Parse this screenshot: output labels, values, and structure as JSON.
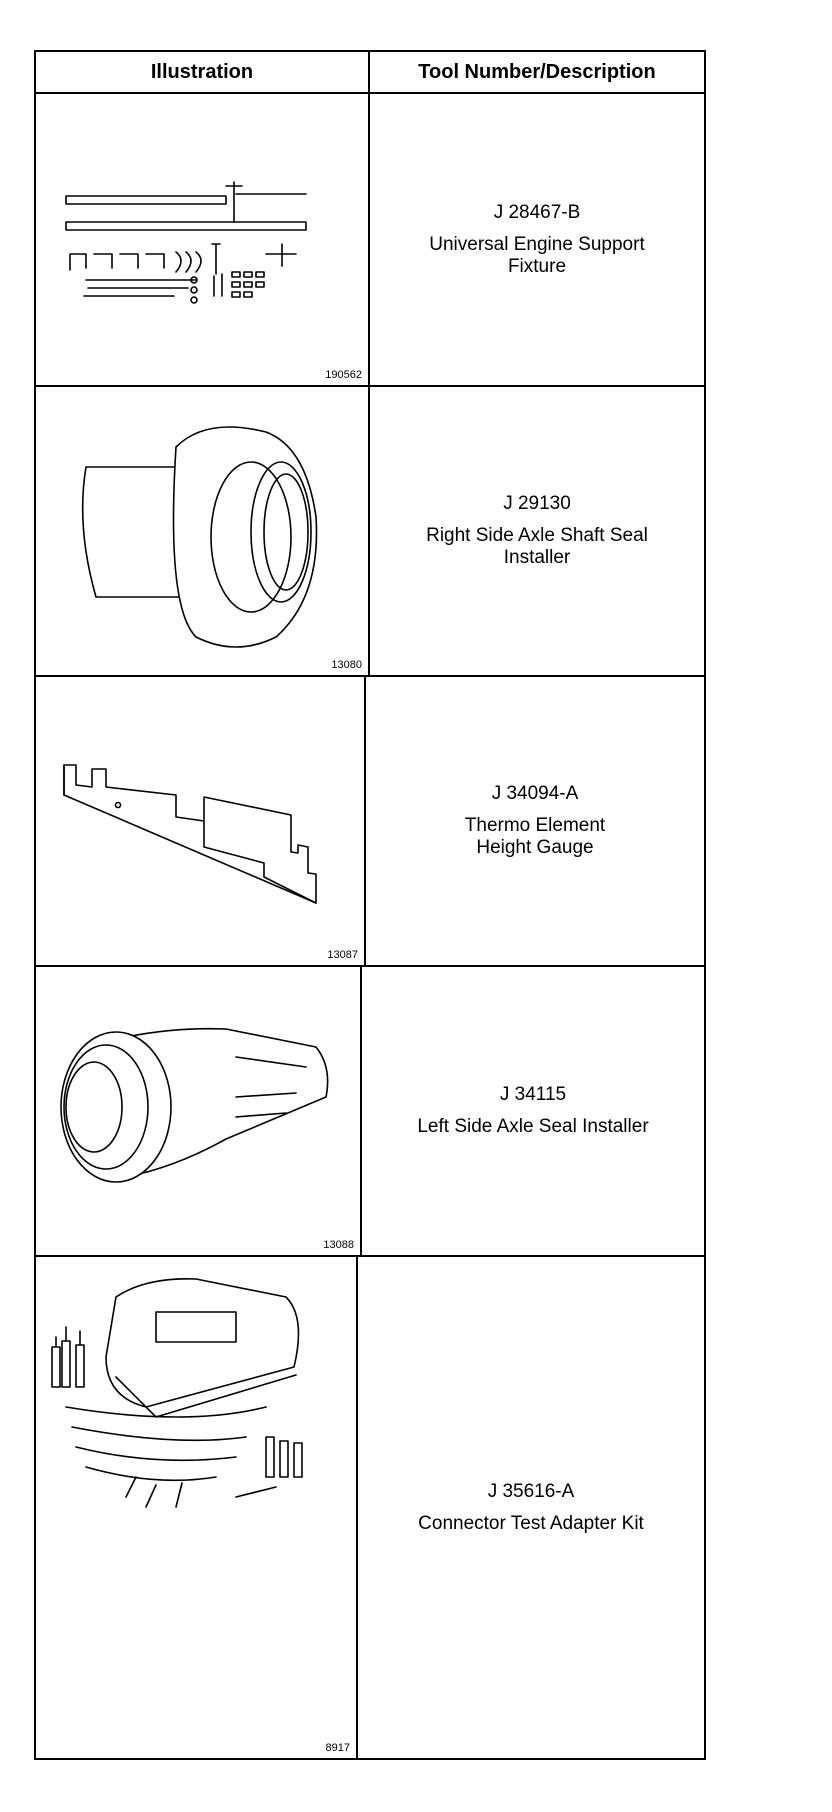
{
  "header": {
    "illustration": "Illustration",
    "tool": "Tool Number/Description"
  },
  "rows": [
    {
      "fig": "190562",
      "number": "J 28467-B",
      "name": "Universal Engine Support\nFixture",
      "icon": "engine-support-fixture-icon"
    },
    {
      "fig": "13080",
      "number": "J 29130",
      "name": "Right Side Axle Shaft Seal\nInstaller",
      "icon": "right-axle-seal-installer-icon"
    },
    {
      "fig": "13087",
      "number": "J 34094-A",
      "name": "Thermo Element\nHeight Gauge",
      "icon": "height-gauge-icon"
    },
    {
      "fig": "13088",
      "number": "J 34115",
      "name": "Left Side Axle Seal Installer",
      "icon": "left-axle-seal-installer-icon"
    },
    {
      "fig": "8917",
      "number": "J 35616-A",
      "name": "Connector Test Adapter Kit",
      "icon": "connector-test-kit-icon"
    }
  ]
}
